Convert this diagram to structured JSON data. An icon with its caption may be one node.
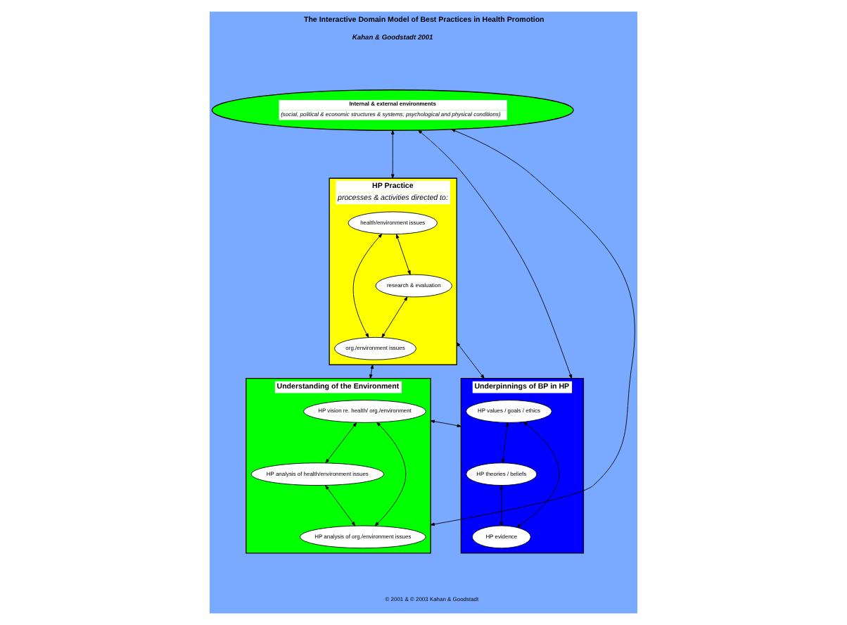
{
  "diagram": {
    "title": "The Interactive Domain Model of Best Practices in Health Promotion",
    "caption": "© 2001 & © 2003 Kahan & Goodstadt",
    "nodes": [
      {
        "text": [
          "Internal & external environments",
          "(social, political & economic structures & systems; psychological and physical conditions)"
        ]
      },
      {
        "text": [
          "HP Practice",
          "processes & activities directed to:"
        ]
      },
      {
        "text": [
          "health/environment issues"
        ],
        "in": 1
      },
      {
        "text": [
          "research & evaluation"
        ],
        "in": 1
      },
      {
        "text": [
          "org./environment issues"
        ],
        "in": 1
      },
      {
        "text": [
          "Underpinnings of BP in HP"
        ]
      },
      {
        "text": [
          "HP values / goals / ethics"
        ],
        "in": 5
      },
      {
        "text": [
          "HP theories / beliefs"
        ],
        "in": 5
      },
      {
        "text": [
          "HP evidence"
        ],
        "in": 5
      },
      {
        "text": [
          "Understanding of the Environment"
        ]
      },
      {
        "text": [
          "HP vision re. health/ org./environment"
        ],
        "in": 9
      },
      {
        "text": [
          "HP analysis of health/environment issues"
        ],
        "in": 9
      },
      {
        "text": [
          "HP analysis of org./environment issues"
        ],
        "in": 9
      }
    ],
    "edges": [
      {
        "from": 0,
        "to": 1,
        "arrow": "both"
      },
      {
        "from": 2,
        "to": 3,
        "arrow": "both"
      },
      {
        "from": 2,
        "to": 4,
        "arrow": "both"
      },
      {
        "from": 3,
        "to": 4,
        "arrow": "both"
      },
      {
        "from": 1,
        "to": 5,
        "arrow": "both"
      },
      {
        "from": 1,
        "to": 9,
        "arrow": "both"
      },
      {
        "from": 5,
        "to": 9,
        "arrow": "both"
      },
      {
        "from": 6,
        "to": 7,
        "arrow": "both"
      },
      {
        "from": 6,
        "to": 8,
        "arrow": "both"
      },
      {
        "from": 7,
        "to": 8,
        "arrow": "both"
      },
      {
        "from": 10,
        "to": 11,
        "arrow": "both"
      },
      {
        "from": 10,
        "to": 12,
        "arrow": "both"
      },
      {
        "from": 11,
        "to": 12,
        "arrow": "both"
      },
      {
        "from": 0,
        "to": 5,
        "arrow": "both"
      },
      {
        "from": 0,
        "to": 9,
        "arrow": "both"
      }
    ],
    "labels": [
      "Kahan & Goodstadt 2001"
    ]
  }
}
